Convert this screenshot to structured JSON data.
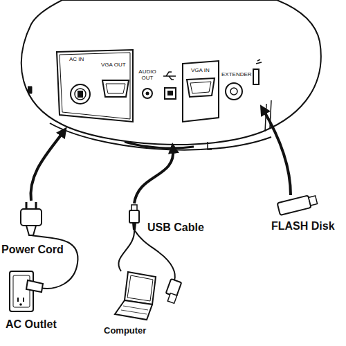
{
  "diagram": {
    "labels": [
      "AC IN",
      "VGA OUT",
      "AUDIO OUT",
      "VGA IN",
      "EXTENDER",
      "Power Cord",
      "USB Cable",
      "FLASH Disk",
      "AC Outlet",
      "Computer"
    ]
  }
}
